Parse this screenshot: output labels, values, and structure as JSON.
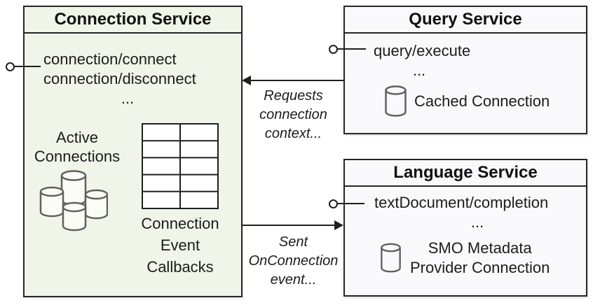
{
  "colors": {
    "connection_box_fill": "#f1f4e9",
    "service_box_fill": "#f9f9fb",
    "border": "#262626",
    "line": "#1f1f1f",
    "cylinder_stroke": "#606060"
  },
  "icons": {
    "active_connections": "database-cluster-icon",
    "callbacks_table": "table-grid-icon",
    "cached_connection": "database-cylinder-icon",
    "smo_connection": "database-cylinder-icon",
    "interface_connector": "lollipop-interface-icon"
  },
  "connection_service": {
    "title": "Connection Service",
    "methods": [
      "connection/connect",
      "connection/disconnect"
    ],
    "ellipsis": "...",
    "active_label": [
      "Active",
      "Connections"
    ],
    "callbacks_label": [
      "Connection",
      "Event",
      "Callbacks"
    ]
  },
  "query_service": {
    "title": "Query Service",
    "methods": [
      "query/execute"
    ],
    "ellipsis": "...",
    "cached_connection_label": "Cached Connection"
  },
  "language_service": {
    "title": "Language Service",
    "methods": [
      "textDocument/completion"
    ],
    "ellipsis": "...",
    "smo_label": [
      "SMO Metadata",
      "Provider Connection"
    ]
  },
  "arrows": {
    "requests": [
      "Requests",
      "connection",
      "context..."
    ],
    "sent": [
      "Sent",
      "OnConnection",
      "event..."
    ]
  }
}
